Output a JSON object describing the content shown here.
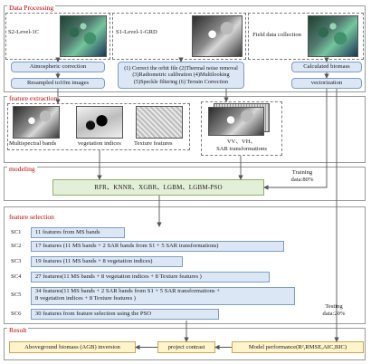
{
  "sections": {
    "data_processing": "Data Processing",
    "feature_extraction": "feature extraction",
    "modeling": "modeling",
    "feature_selection": "feature selection",
    "result": "Result"
  },
  "data_processing": {
    "s2_label": "S2-Level-1C",
    "s1_label": "S1-Level-1-GRD",
    "field_label": "Field data collection",
    "atmospheric": "Atmospheric correction",
    "resampled": "Resampled to10m images",
    "s1_steps": [
      "(1) Correct the orbit file (2)Thermal noise removal",
      "(3)Radiometric calibration (4)Multilooking",
      "(5)Speckle filtering (6) Terrain Correction"
    ],
    "calculated_biomass": "Calculated biomass",
    "vectorization": "vectorization"
  },
  "feature_extraction": {
    "multispectral": "Multispectral bands",
    "vegetation": "vegetation indices",
    "texture": "Texture features",
    "sar_lines": [
      "VV、VH、",
      "SAR transformations"
    ]
  },
  "modeling": {
    "models": "RFR、KNNR、XGBR、LGBM、LGBM-PSO",
    "training": [
      "Training",
      "data:80%"
    ]
  },
  "feature_selection": {
    "rows": [
      {
        "id": "SC1",
        "text": [
          "11 features from MS bands"
        ]
      },
      {
        "id": "SC2",
        "text": [
          "17 features  (11 MS bands + 2  SAR bands from S1 + 5 SAR transformations)"
        ]
      },
      {
        "id": "SC3",
        "text": [
          "19 features (11 MS bands + 8 vegetation indices)"
        ]
      },
      {
        "id": "SC4",
        "text": [
          "27 features(11 MS bands + 8 vegetation indices  + 8 Texture features )"
        ]
      },
      {
        "id": "SC5",
        "text": [
          "34 features(11 MS bands + 2  SAR bands from S1  + 5 SAR transformations +",
          "8 vegetation indices  + 8 Texture features )"
        ]
      },
      {
        "id": "SC6",
        "text": [
          "30 features from feature selection using the PSO"
        ]
      }
    ],
    "testing": [
      "Testing",
      "data:20%"
    ]
  },
  "result": {
    "agb": "Aboveground biomass (AGB) inversion",
    "contrast": "project contrast",
    "performance": "Model performance(R²,RMSE,AIC,BIC)"
  },
  "colors": {
    "title_red": "#c00000",
    "box_blue": "#dbe7f5",
    "box_green": "#e3efd6",
    "box_yellow": "#fff4cc",
    "arrow": "#555555"
  }
}
